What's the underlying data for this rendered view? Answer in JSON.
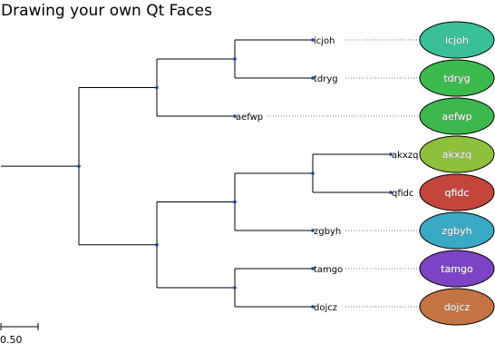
{
  "title": "Drawing your own Qt Faces",
  "tree": {
    "internal_nodes": [
      {
        "id": "root",
        "parent": null,
        "branch_length": 0.5
      },
      {
        "id": "A",
        "parent": "root",
        "branch_length": 0.5
      },
      {
        "id": "B",
        "parent": "A",
        "branch_length": 0.5
      },
      {
        "id": "C",
        "parent": "root",
        "branch_length": 0.5
      },
      {
        "id": "D",
        "parent": "C",
        "branch_length": 0.5
      },
      {
        "id": "E",
        "parent": "D",
        "branch_length": 0.5
      },
      {
        "id": "F",
        "parent": "C",
        "branch_length": 0.5
      }
    ],
    "leaves": [
      {
        "name": "aefwp",
        "parent": "A",
        "branch_length": 0.5,
        "face_label": "aefwp",
        "face_color": "#3cb84e"
      },
      {
        "name": "icjoh",
        "parent": "B",
        "branch_length": 0.5,
        "face_label": "icjoh",
        "face_color": "#3bbf96"
      },
      {
        "name": "tdryg",
        "parent": "B",
        "branch_length": 0.5,
        "face_label": "tdryg",
        "face_color": "#3cba4e"
      },
      {
        "name": "zgbyh",
        "parent": "D",
        "branch_length": 0.5,
        "face_label": "zgbyh",
        "face_color": "#3aa9c4"
      },
      {
        "name": "akxzq",
        "parent": "E",
        "branch_length": 0.5,
        "face_label": "akxzq",
        "face_color": "#8fc03c"
      },
      {
        "name": "qfidc",
        "parent": "E",
        "branch_length": 0.5,
        "face_label": "qfidc",
        "face_color": "#c4463a"
      },
      {
        "name": "tamgo",
        "parent": "F",
        "branch_length": 0.5,
        "face_label": "tamgo",
        "face_color": "#7c44c4"
      },
      {
        "name": "dojcz",
        "parent": "F",
        "branch_length": 0.5,
        "face_label": "dojcz",
        "face_color": "#c47442"
      }
    ]
  },
  "scale_bar": {
    "label": "0.50",
    "value": 0.5
  },
  "colors": {
    "branch": "#000000",
    "node_dot": "#1f3f8f",
    "guide_line": "#808080"
  }
}
